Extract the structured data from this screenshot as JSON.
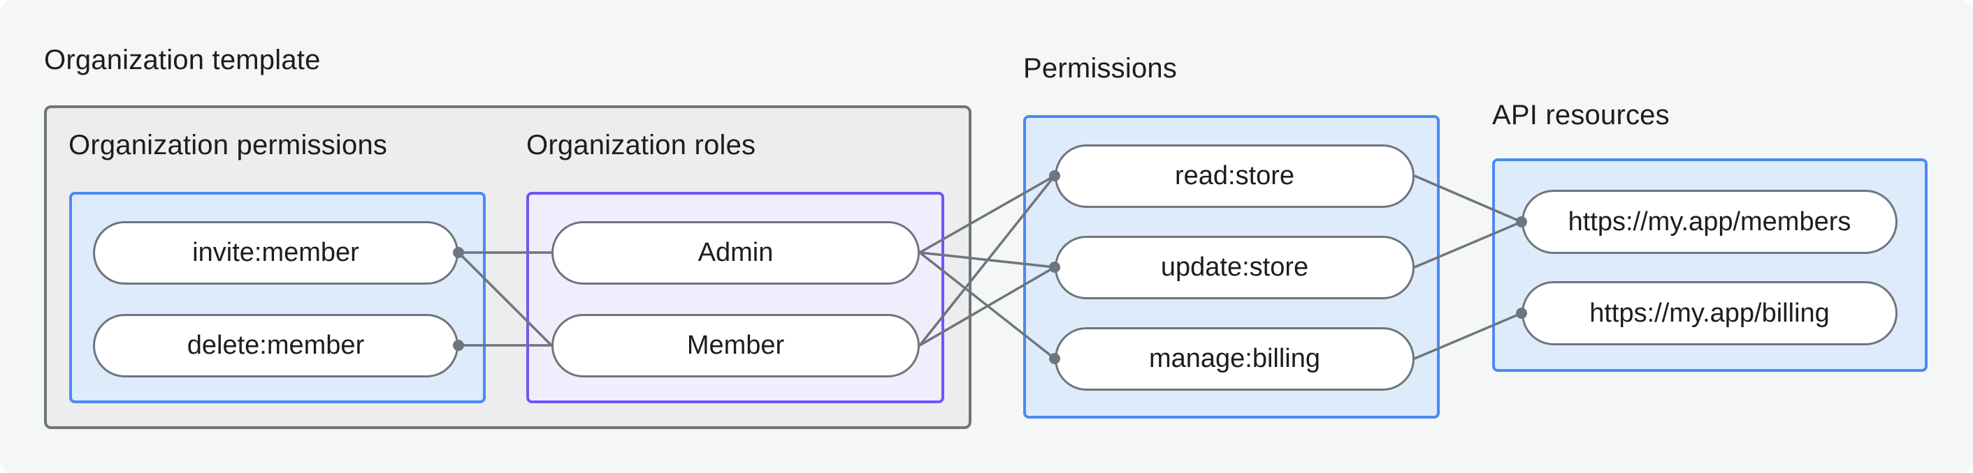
{
  "palette": {
    "canvas_bg": "#f5f6f6",
    "page_bg": "#ffffff",
    "gray_box_fill": "#ecedec",
    "gray_box_border": "#6e757c",
    "blue_box_fill": "#deebfb",
    "blue_box_border": "#4b8af4",
    "purple_box_fill": "#f2edfc",
    "purple_box_border": "#6e56f8",
    "pill_fill": "#ffffff",
    "pill_border": "#6e757c",
    "edge_color": "#6e757c",
    "text_color": "#1a1d21"
  },
  "labels": {
    "org_template": "Organization template",
    "org_permissions": "Organization permissions",
    "org_roles": "Organization roles",
    "permissions": "Permissions",
    "api_resources": "API resources"
  },
  "nodes": {
    "invite_member": "invite:member",
    "delete_member": "delete:member",
    "admin": "Admin",
    "member": "Member",
    "read_store": "read:store",
    "update_store": "update:store",
    "manage_billing": "manage:billing",
    "api_members": "https://my.app/members",
    "api_billing": "https://my.app/billing"
  },
  "edges": [
    {
      "from": "invite_member",
      "to": "admin"
    },
    {
      "from": "invite_member",
      "to": "member"
    },
    {
      "from": "delete_member",
      "to": "member"
    },
    {
      "from": "admin",
      "to": "read_store"
    },
    {
      "from": "admin",
      "to": "update_store"
    },
    {
      "from": "admin",
      "to": "manage_billing"
    },
    {
      "from": "member",
      "to": "read_store"
    },
    {
      "from": "member",
      "to": "update_store"
    },
    {
      "from": "read_store",
      "to": "api_members"
    },
    {
      "from": "update_store",
      "to": "api_members"
    },
    {
      "from": "manage_billing",
      "to": "api_billing"
    }
  ]
}
